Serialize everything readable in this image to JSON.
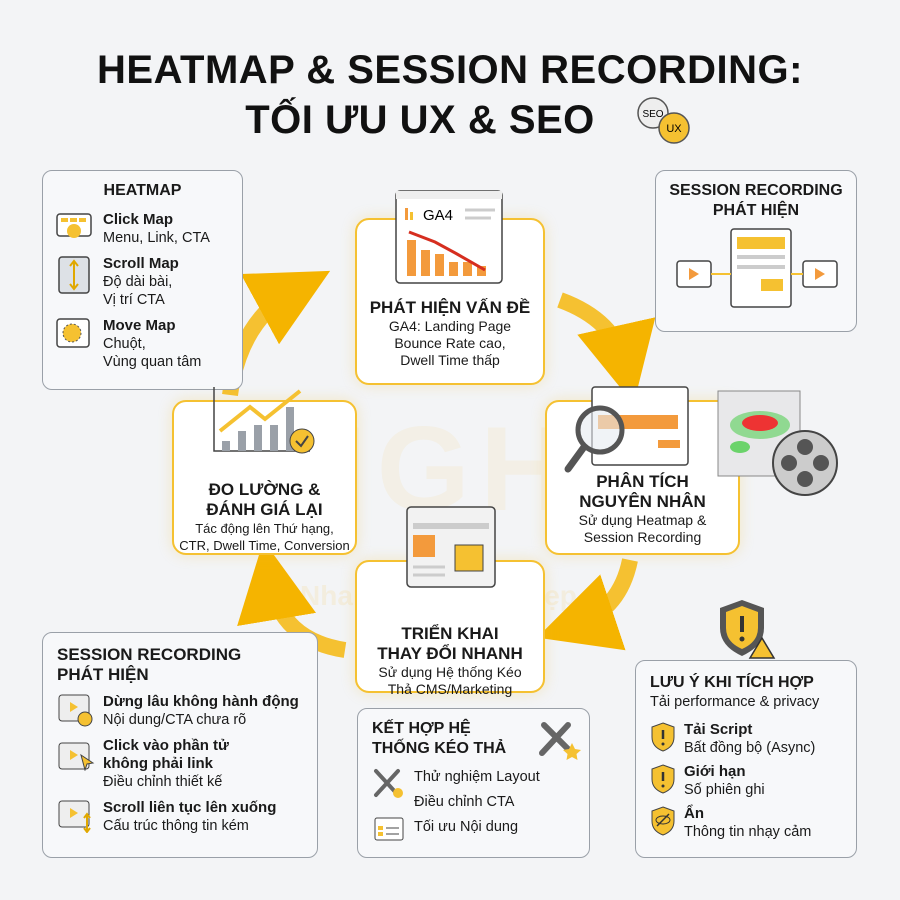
{
  "title": {
    "line1": "HEATMAP & SESSION RECORDING:",
    "line2": "TỐI ƯU UX & SEO",
    "badge_seo": "SEO",
    "badge_ux": "UX"
  },
  "watermark": {
    "brand": "LIGHT",
    "tagline": "Nhanh - Chuẩn - Đẹp"
  },
  "heatmap": {
    "title": "HEATMAP",
    "items": [
      {
        "title": "Click Map",
        "desc": "Menu, Link, CTA",
        "icon": "click-map-icon"
      },
      {
        "title": "Scroll Map",
        "desc": "Độ dài bài,",
        "desc2": "Vị trí CTA",
        "icon": "scroll-map-icon"
      },
      {
        "title": "Move Map",
        "desc": "Chuột,",
        "desc2": "Vùng quan tâm",
        "icon": "move-map-icon"
      }
    ]
  },
  "session_top": {
    "title1": "SESSION RECORDING",
    "title2": "PHÁT HIỆN"
  },
  "steps": [
    {
      "title1": "PHÁT HIỆN VẤN ĐỀ",
      "desc": [
        "GA4: Landing Page",
        "Bounce Rate cao,",
        "Dwell Time thấp"
      ],
      "icon_label": "GA4"
    },
    {
      "title1": "PHÂN TÍCH",
      "title2": "NGUYÊN NHÂN",
      "desc": [
        "Sử dụng Heatmap &",
        "Session Recording"
      ]
    },
    {
      "title1": "TRIỂN KHAI",
      "title2": "THAY ĐỔI NHANH",
      "desc": [
        "Sử dụng Hệ thống Kéo",
        "Thả CMS/Marketing"
      ]
    },
    {
      "title1": "ĐO LƯỜNG &",
      "title2": "ĐÁNH GIÁ LẠI",
      "desc": [
        "Tác động lên Thứ hạng,",
        "CTR, Dwell Time, Conversion"
      ]
    }
  ],
  "session_bottom": {
    "title1": "SESSION RECORDING",
    "title2": "PHÁT HIỆN",
    "items": [
      {
        "title": "Dừng lâu không hành động",
        "desc": "Nội dung/CTA chưa rõ"
      },
      {
        "title": "Click vào phần tử",
        "title2": "không phải link",
        "desc": "Điều chỉnh thiết kế"
      },
      {
        "title": "Scroll liên tục lên xuống",
        "desc": "Cấu trúc thông tin kém"
      }
    ]
  },
  "cms": {
    "title1": "KẾT HỢP HỆ",
    "title2": "THỐNG KÉO THẢ",
    "items": [
      "Thử nghiệm Layout",
      "Điều chỉnh CTA",
      "Tối ưu Nội dung"
    ]
  },
  "notes": {
    "title": "LƯU Ý KHI TÍCH HỢP",
    "subtitle": "Tải performance & privacy",
    "items": [
      {
        "title": "Tải Script",
        "desc": "Bất đồng bộ (Async)"
      },
      {
        "title": "Giới hạn",
        "desc": "Số phiên ghi"
      },
      {
        "title": "Ẩn",
        "desc": "Thông tin nhạy cảm"
      }
    ]
  },
  "colors": {
    "accent": "#f5c131",
    "orange": "#f39a3c",
    "dark": "#1a1a1a",
    "panel_border": "#9aa0a8"
  }
}
